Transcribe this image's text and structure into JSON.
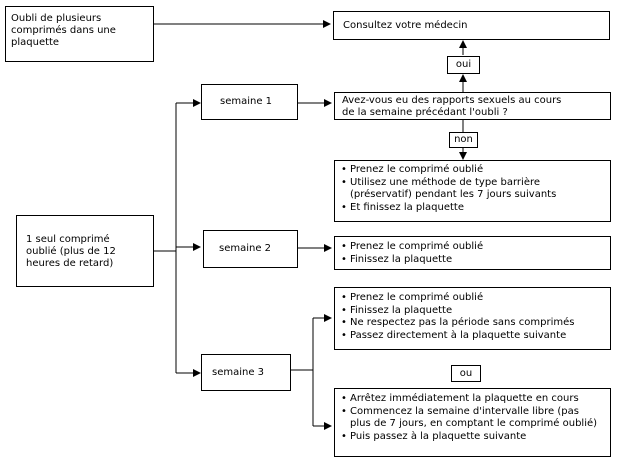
{
  "boxes": {
    "several_missed": "Oubli de plusieurs\ncomprimés dans une\nplaquette",
    "consult_doctor": "Consultez votre médecin",
    "oui": "oui",
    "week1": "semaine 1",
    "question": "Avez-vous eu des rapports sexuels au cours\nde la semaine précédant l'oubli ?",
    "non": "non",
    "one_missed": "1 seul comprimé\noublié (plus de 12\nheures de retard)",
    "week2": "semaine 2",
    "week3": "semaine 3",
    "ou": "ou"
  },
  "lists": {
    "week1_actions": [
      "Prenez le comprimé oublié",
      "Utilisez une méthode de type barrière\n(préservatif) pendant les 7 jours suivants",
      "Et finissez la plaquette"
    ],
    "week2_actions": [
      "Prenez le comprimé oublié",
      "Finissez la plaquette"
    ],
    "week3_option_a": [
      "Prenez le comprimé oublié",
      "Finissez la plaquette",
      "Ne respectez pas la période sans comprimés",
      "Passez directement à la plaquette suivante"
    ],
    "week3_option_b": [
      "Arrêtez immédiatement la plaquette en cours",
      "Commencez la semaine d'intervalle libre (pas\nplus de 7 jours, en comptant le comprimé oublié)",
      "Puis passez à la plaquette suivante"
    ]
  }
}
